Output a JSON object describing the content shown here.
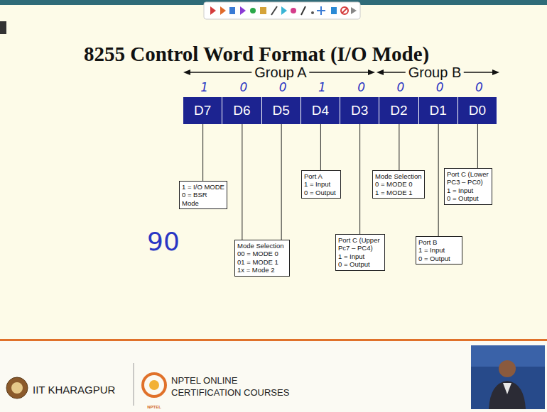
{
  "diagram": {
    "title": "8255 Control Word Format (I/O Mode)",
    "nodes": [
      {
        "text": [
          "D7"
        ]
      },
      {
        "text": [
          "D6"
        ]
      },
      {
        "text": [
          "D5"
        ]
      },
      {
        "text": [
          "D4"
        ]
      },
      {
        "text": [
          "D3"
        ]
      },
      {
        "text": [
          "D2"
        ]
      },
      {
        "text": [
          "D1"
        ]
      },
      {
        "text": [
          "D0"
        ]
      },
      {
        "text": [
          "1 = I/O MODE",
          "0 = BSR Mode"
        ]
      },
      {
        "text": [
          "Port A",
          "1 = Input",
          "0 = Output"
        ]
      },
      {
        "text": [
          "Mode Selection",
          "0 = MODE 0",
          "1 = MODE 1"
        ]
      },
      {
        "text": [
          "Port C (Lower PC3 – PC0)",
          "1 = Input",
          "0 = Output"
        ]
      },
      {
        "text": [
          "Mode Selection",
          "00 = MODE 0",
          "01 = MODE 1",
          "1x = Mode 2"
        ]
      },
      {
        "text": [
          "Port C (Upper Pc7 – PC4)",
          "1 = Input",
          "0 = Output"
        ]
      },
      {
        "text": [
          "Port B",
          "1 = Input",
          "0 = Output"
        ]
      }
    ],
    "edges": [
      {
        "from": 0,
        "to": 8,
        "arrow": "none"
      },
      {
        "from": 1,
        "to": 12,
        "arrow": "none"
      },
      {
        "from": 2,
        "to": 12,
        "arrow": "none"
      },
      {
        "from": 3,
        "to": 9,
        "arrow": "none"
      },
      {
        "from": 4,
        "to": 13,
        "arrow": "none"
      },
      {
        "from": 5,
        "to": 10,
        "arrow": "none"
      },
      {
        "from": 6,
        "to": 14,
        "arrow": "none"
      },
      {
        "from": 7,
        "to": 11,
        "arrow": "none"
      }
    ],
    "labels": [
      "Group A",
      "Group B",
      "1",
      "0",
      "0",
      "1",
      "0",
      "0",
      "0",
      "0",
      "90",
      "IIT KHARAGPUR",
      "NPTEL ONLINE",
      "CERTIFICATION COURSES",
      "NPTEL"
    ]
  }
}
